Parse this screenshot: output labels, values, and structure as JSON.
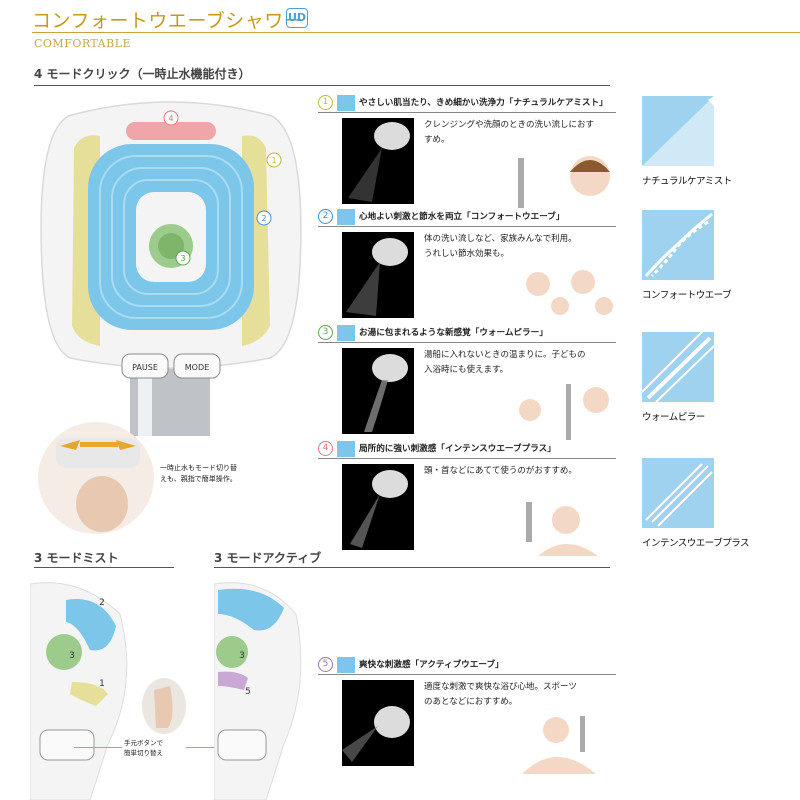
{
  "header": {
    "title": "コンフォートウエーブシャワー",
    "badge": "UD",
    "subtitle": "COMFORTABLE"
  },
  "sections": {
    "four_mode": "4 モードクリック（一時止水機能付き）",
    "three_mist": "3 モードミスト",
    "three_active": "3 モードアクティブ"
  },
  "shower_head": {
    "pause_label": "PAUSE",
    "mode_label": "MODE",
    "callouts": [
      "4",
      "1",
      "2",
      "3"
    ]
  },
  "thumb_caption": [
    "一時止水もモード切り替",
    "えも、親指で簡単操作。"
  ],
  "button_caption": [
    "手元ボタンで",
    "簡単切り替え"
  ],
  "mist_callouts": [
    "2",
    "3",
    "1"
  ],
  "active_callouts": [
    "3",
    "5"
  ],
  "modes": [
    {
      "num": "1",
      "heading": "やさしい肌当たり、きめ細かい洗浄力「ナチュラルケアミスト」",
      "desc": [
        "クレンジングや洗顔のときの洗い流しにおす",
        "すめ。"
      ]
    },
    {
      "num": "2",
      "heading": "心地よい刺激と節水を両立「コンフォートウエーブ」",
      "desc": [
        "体の洗い流しなど、家族みんなで利用。",
        "うれしい節水効果も。"
      ]
    },
    {
      "num": "3",
      "heading": "お湯に包まれるような新感覚「ウォームピラー」",
      "desc": [
        "湯船に入れないときの温まりに。子どもの",
        "入浴時にも使えます。"
      ]
    },
    {
      "num": "4",
      "heading": "局所的に強い刺激感「インテンスウエーブプラス」",
      "desc": [
        "頭・首などにあてて使うのがおすすめ。"
      ]
    },
    {
      "num": "5",
      "heading": "爽快な刺激感「アクティブウエーブ」",
      "desc": [
        "適度な刺激で爽快な浴び心地。スポーツ",
        "のあとなどにおすすめ。"
      ]
    }
  ],
  "mode_cards": [
    "ナチュラルケアミスト",
    "コンフォートウエーブ",
    "ウォームピラー",
    "インテンスウエーブプラス"
  ],
  "colors": {
    "gold": "#c59a1c",
    "card_blue": "#9fd2ee",
    "face_blue": "#7cc6ea",
    "zone_yellow": "#e6df9a",
    "zone_pink": "#efa6a8",
    "zone_green": "#9ccb8c",
    "zone_purple": "#c9a8d6",
    "num_colors": [
      "#c7b53a",
      "#3d8fd1",
      "#5aa64a",
      "#e07b7b",
      "#a06fb8"
    ]
  }
}
